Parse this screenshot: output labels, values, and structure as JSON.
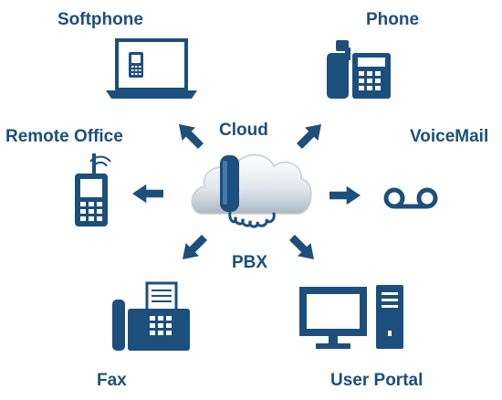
{
  "diagram": {
    "center": {
      "top_label": "Cloud",
      "bottom_label": "PBX",
      "icon": "cloud-phone-handset-icon"
    },
    "nodes": [
      {
        "id": "softphone",
        "label": "Softphone",
        "icon": "laptop-softphone-icon"
      },
      {
        "id": "phone",
        "label": "Phone",
        "icon": "desk-phone-icon"
      },
      {
        "id": "remote-office",
        "label": "Remote Office",
        "icon": "mobile-phone-icon"
      },
      {
        "id": "voicemail",
        "label": "VoiceMail",
        "icon": "voicemail-icon"
      },
      {
        "id": "fax",
        "label": "Fax",
        "icon": "fax-machine-icon"
      },
      {
        "id": "user-portal",
        "label": "User Portal",
        "icon": "desktop-computer-icon"
      }
    ],
    "colors": {
      "primary": "#1c4f7c",
      "cloud_light": "#f4f6f8",
      "cloud_dark": "#b9c2cb"
    }
  }
}
